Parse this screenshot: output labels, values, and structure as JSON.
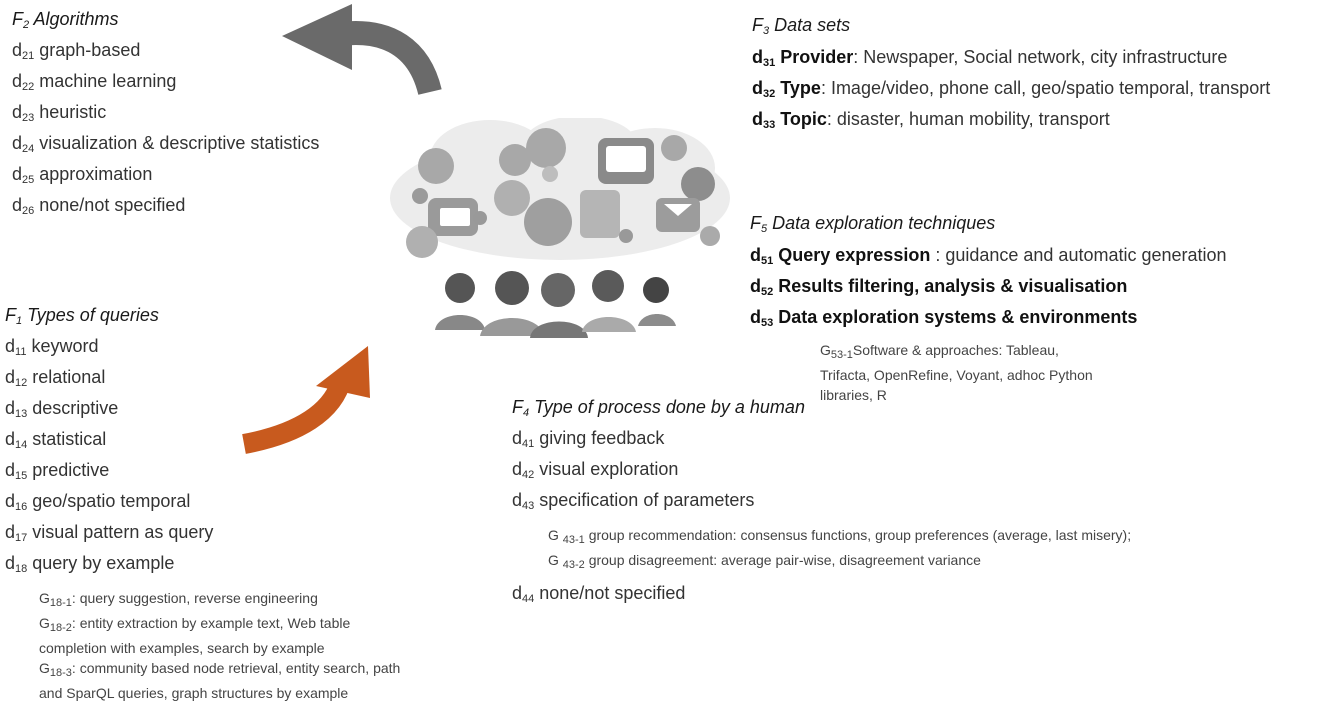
{
  "f2": {
    "title_letter": "F",
    "title_sub": "2",
    "title_text": " Algorithms",
    "items": [
      {
        "code": "d",
        "sub": "21",
        "text": " graph-based"
      },
      {
        "code": "d",
        "sub": "22",
        "text": " machine learning"
      },
      {
        "code": "d",
        "sub": "23",
        "text": " heuristic"
      },
      {
        "code": "d",
        "sub": "24",
        "text": " visualization & descriptive statistics"
      },
      {
        "code": "d",
        "sub": "25",
        "text": " approximation"
      },
      {
        "code": "d",
        "sub": "26",
        "text": " none/not specified"
      }
    ]
  },
  "f3": {
    "title_letter": "F",
    "title_sub": "3",
    "title_text": " Data sets",
    "items": [
      {
        "code": "d",
        "sub": "31",
        "label": " Provider",
        "text": ": Newspaper, Social network, city infrastructure"
      },
      {
        "code": "d",
        "sub": "32",
        "label": " Type",
        "text": ": Image/video, phone call, geo/spatio temporal, transport"
      },
      {
        "code": "d",
        "sub": "33",
        "label": " Topic",
        "text": ": disaster, human mobility, transport"
      }
    ]
  },
  "f5": {
    "title_letter": "F",
    "title_sub": "5",
    "title_text": " Data exploration techniques",
    "items": [
      {
        "code": "d",
        "sub": "51",
        "label": " Query expression",
        "text": " : guidance and automatic generation"
      },
      {
        "code": "d",
        "sub": "52",
        "label": " Results filtering, analysis & visualisation",
        "text": ""
      },
      {
        "code": "d",
        "sub": "53",
        "label": " Data exploration systems & environments",
        "text": ""
      }
    ],
    "note": {
      "g": "G",
      "sub": "53-1",
      "line1": "Software & approaches: Tableau,",
      "line2": "Trifacta, OpenRefine, Voyant, adhoc Python",
      "line3": "libraries, R"
    }
  },
  "f1": {
    "title_letter": "F",
    "title_sub": "1",
    "title_text": " Types of queries",
    "items": [
      {
        "code": "d",
        "sub": "11",
        "text": " keyword"
      },
      {
        "code": "d",
        "sub": "12",
        "text": " relational"
      },
      {
        "code": "d",
        "sub": "13",
        "text": " descriptive"
      },
      {
        "code": "d",
        "sub": "14",
        "text": " statistical"
      },
      {
        "code": "d",
        "sub": "15",
        "text": " predictive"
      },
      {
        "code": "d",
        "sub": "16",
        "text": " geo/spatio temporal"
      },
      {
        "code": "d",
        "sub": "17",
        "text": " visual pattern as query"
      },
      {
        "code": "d",
        "sub": "18",
        "text": " query by example"
      }
    ],
    "notes": [
      {
        "g": "G",
        "sub": "18-1",
        "text": ": query suggestion, reverse engineering"
      },
      {
        "g": "G",
        "sub": "18-2",
        "text": ": entity extraction by example text, Web table"
      },
      {
        "g": "",
        "sub": "",
        "text": "completion with examples, search by example"
      },
      {
        "g": "G",
        "sub": "18-3",
        "text": ": community based node retrieval, entity search, path"
      },
      {
        "g": "",
        "sub": "",
        "text": "and SparQL queries, graph structures by example"
      }
    ]
  },
  "f4": {
    "title_letter": "F",
    "title_sub": "4",
    "title_text": " Type of process done by a human",
    "items": [
      {
        "code": "d",
        "sub": "41",
        "text": " giving feedback"
      },
      {
        "code": "d",
        "sub": "42",
        "text": " visual exploration"
      },
      {
        "code": "d",
        "sub": "43",
        "text": " specification of parameters"
      }
    ],
    "notes": [
      {
        "g": "G ",
        "sub": "43-1",
        "text": " group recommendation: consensus functions, group preferences (average, last misery);"
      },
      {
        "g": "G ",
        "sub": "43-2",
        "text": " group disagreement: average pair-wise, disagreement variance"
      }
    ],
    "last": {
      "code": "d",
      "sub": "44",
      "text": " none/not specified"
    }
  },
  "colors": {
    "orange_arrow": "#c85a1e",
    "gray_arrow": "#6a6a6a",
    "illustration": "#9a9a9a"
  }
}
